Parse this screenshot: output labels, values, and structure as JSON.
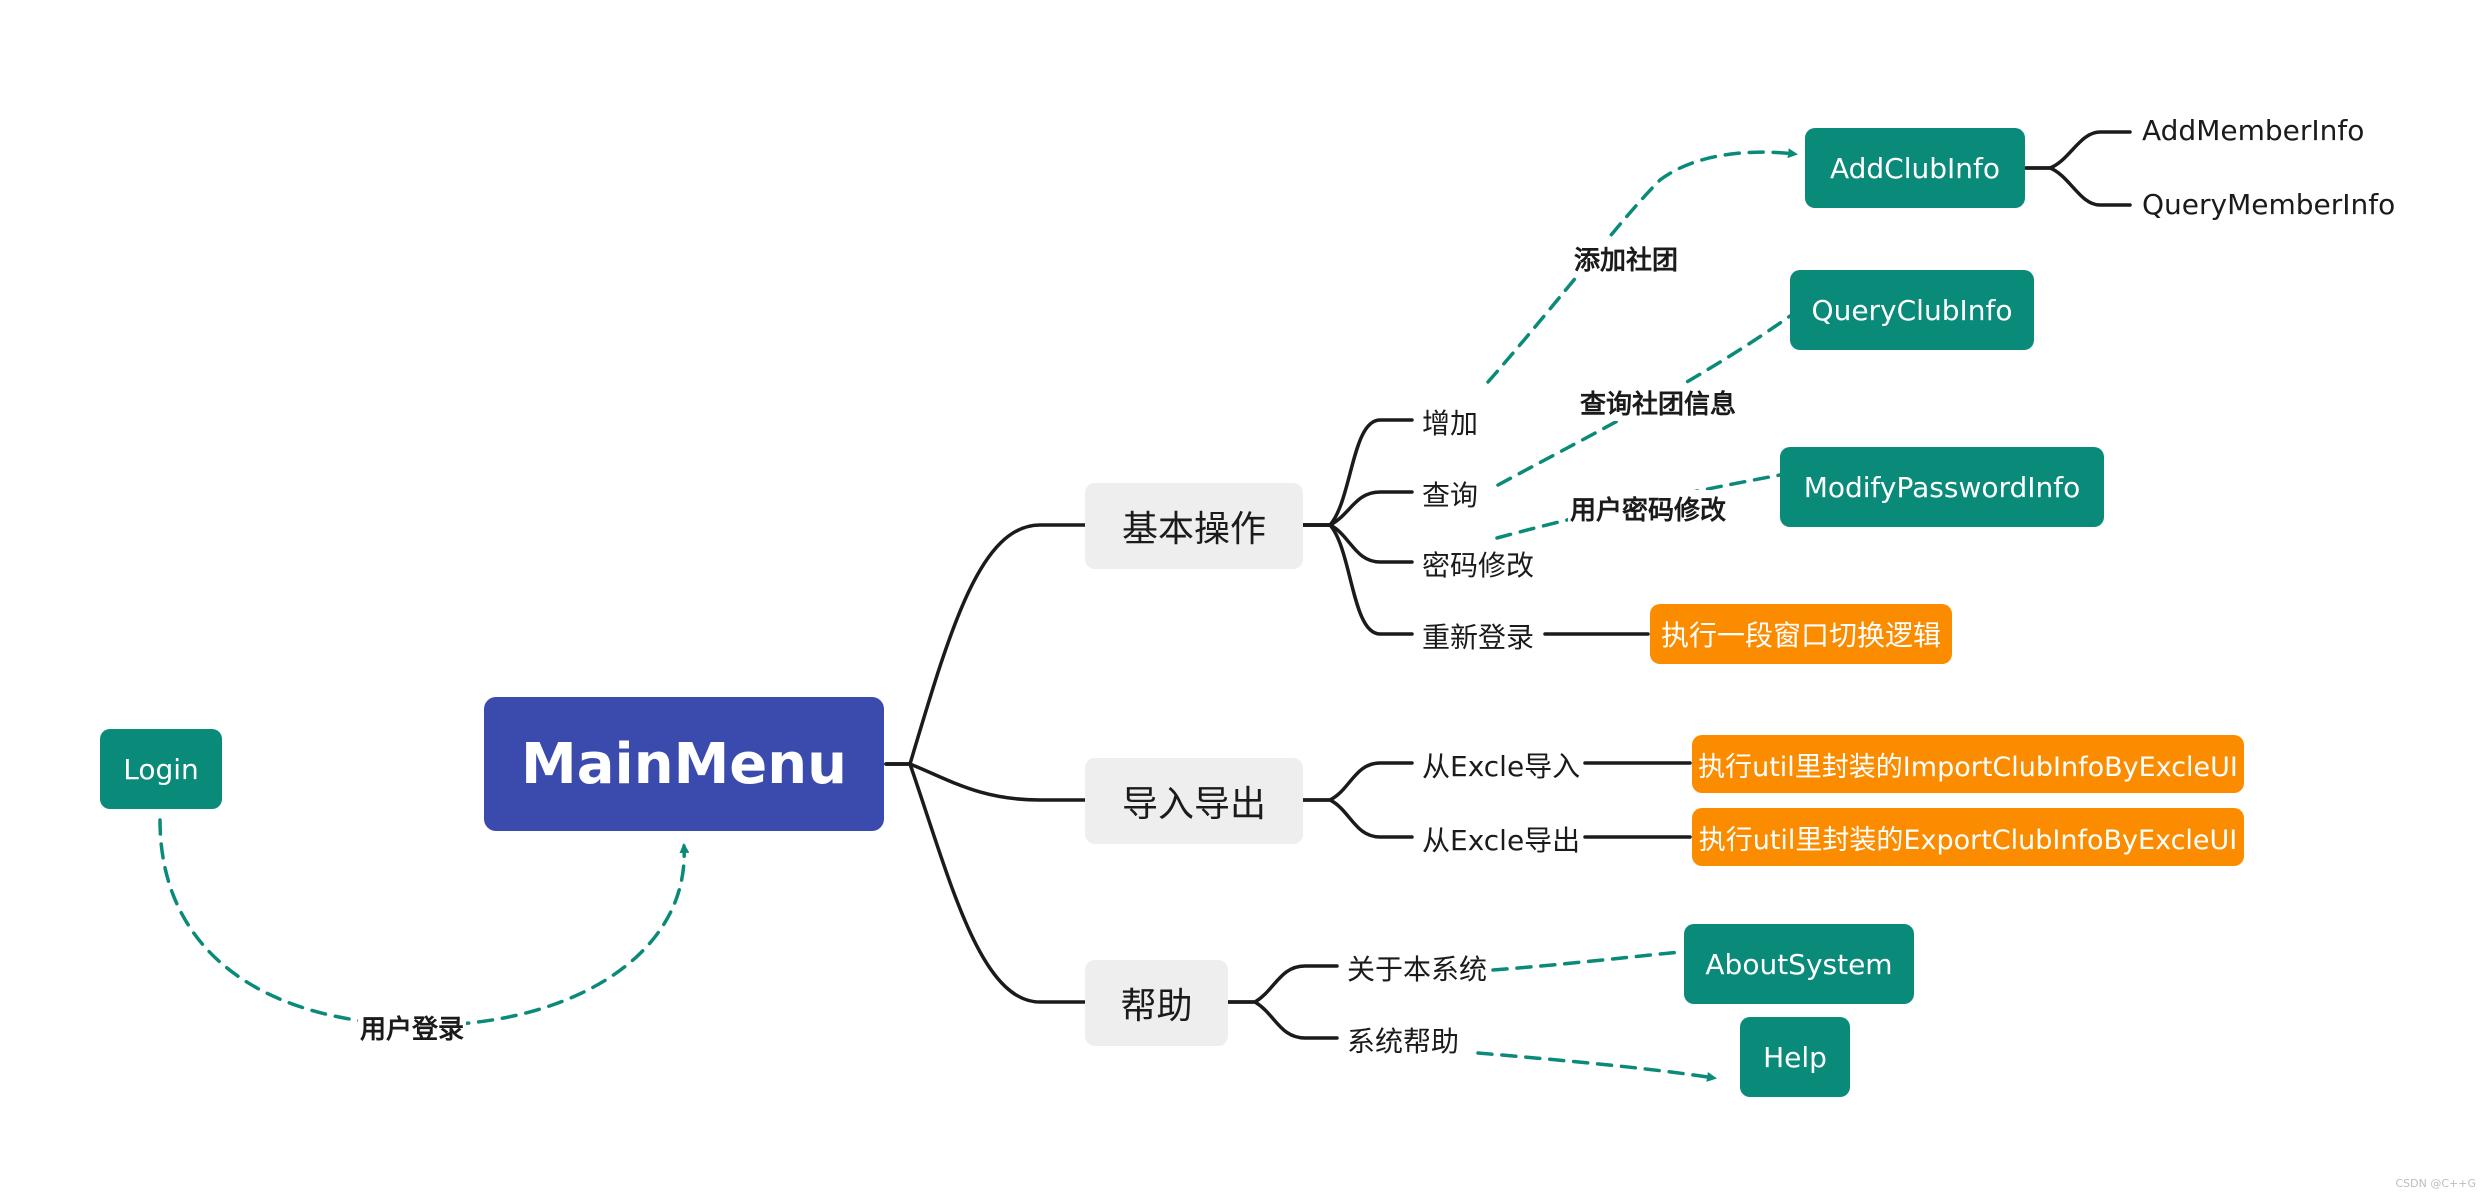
{
  "nodes": {
    "login": "Login",
    "main_menu": "MainMenu",
    "basic_ops": "基本操作",
    "import_export": "导入导出",
    "help_group": "帮助",
    "add_club_info": "AddClubInfo",
    "query_club_info": "QueryClubInfo",
    "modify_password_info": "ModifyPasswordInfo",
    "about_system": "AboutSystem",
    "help": "Help"
  },
  "leaves": {
    "add": "增加",
    "query": "查询",
    "password_change": "密码修改",
    "relogin": "重新登录",
    "import_excel": "从Excle导入",
    "export_excel": "从Excle导出",
    "about_this_system": "关于本系统",
    "system_help": "系统帮助",
    "add_member_info": "AddMemberInfo",
    "query_member_info": "QueryMemberInfo"
  },
  "actions": {
    "switch_window": "执行一段窗口切换逻辑",
    "import_util": "执行util里封装的ImportClubInfoByExcleUI",
    "export_util": "执行util里封装的ExportClubInfoByExcleUI"
  },
  "relations": {
    "user_login": "用户登录",
    "add_club": "添加社团",
    "query_club": "查询社团信息",
    "password_modify": "用户密码修改"
  },
  "colors": {
    "root": "#3a4aad",
    "teal_node": "#0a8a79",
    "orange_node": "#fb8c00",
    "gray_node": "#eeeeee",
    "line": "#1b1b1b"
  },
  "watermark": "CSDN @C++G"
}
